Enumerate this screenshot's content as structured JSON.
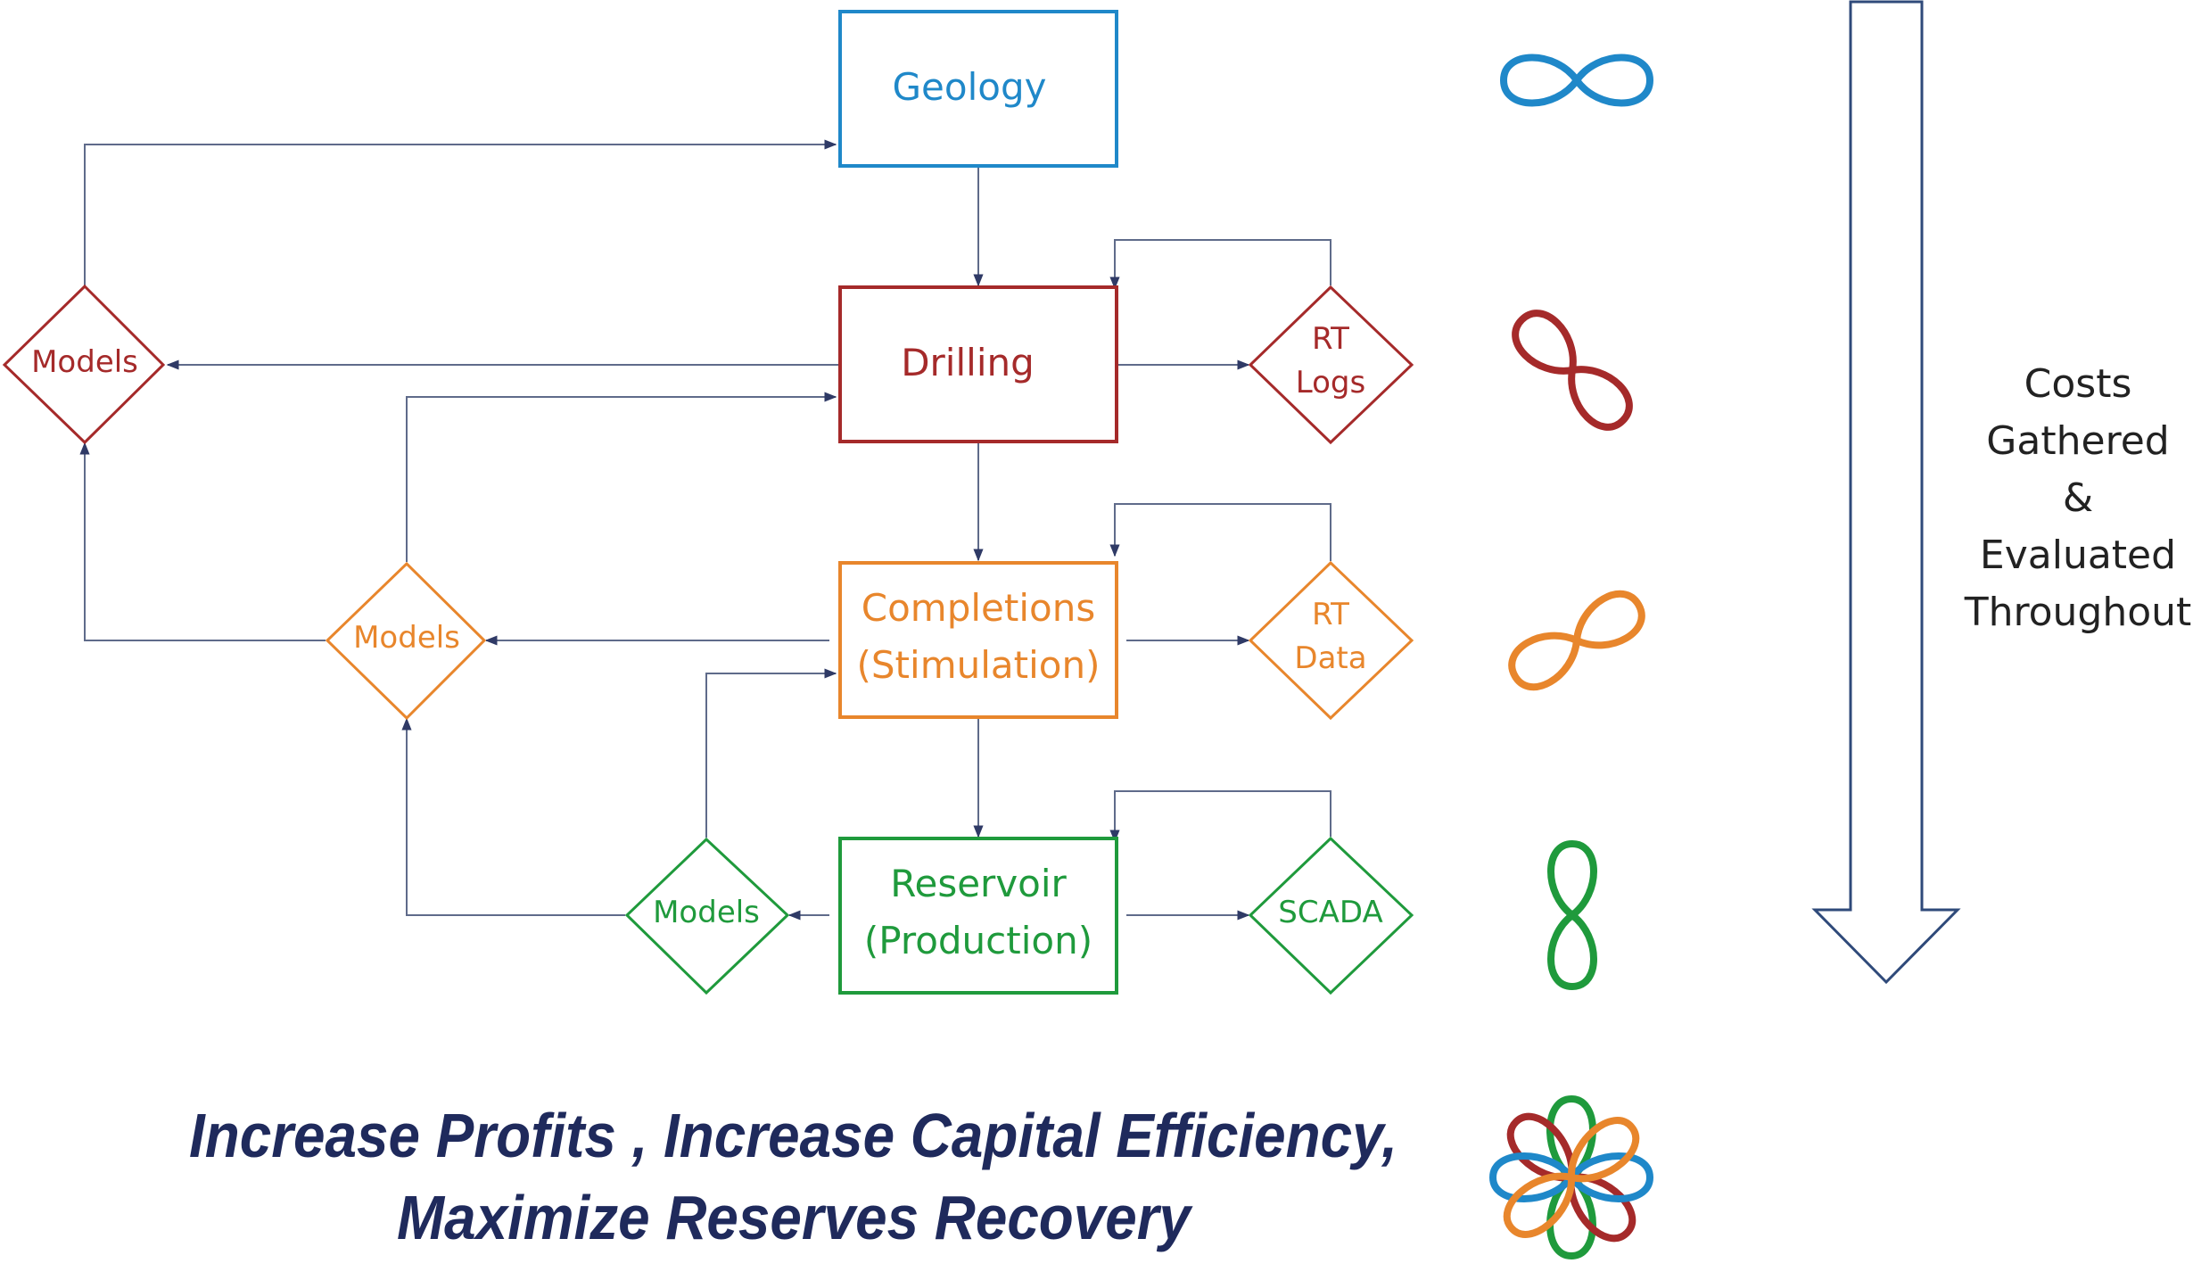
{
  "colors": {
    "geology": "#1f88c9",
    "drilling": "#a52a2a",
    "completions": "#e8862c",
    "reservoir": "#1f9a3c",
    "connector": "#5f6b8a",
    "tagline": "#1f2a5c",
    "side_arrow": "#2f4a7a"
  },
  "boxes": {
    "geology": [
      "Geology"
    ],
    "drilling": [
      "Drilling"
    ],
    "completions": [
      "Completions",
      "(Stimulation)"
    ],
    "reservoir": [
      "Reservoir",
      "(Production)"
    ]
  },
  "diamonds": {
    "drilling_models": [
      "Models"
    ],
    "completions_models": [
      "Models"
    ],
    "reservoir_models": [
      "Models"
    ],
    "rt_logs": [
      "RT",
      "Logs"
    ],
    "rt_data": [
      "RT",
      "Data"
    ],
    "scada": [
      "SCADA"
    ]
  },
  "side_label": [
    "Costs",
    "Gathered",
    "&",
    "Evaluated",
    "Throughout"
  ],
  "tagline": [
    "Increase Profits , Increase Capital Efficiency,",
    "Maximize Reserves Recovery"
  ],
  "icons": [
    "infinity-blue-icon",
    "infinity-red-icon",
    "infinity-orange-icon",
    "infinity-green-icon",
    "combined-loops-icon"
  ]
}
